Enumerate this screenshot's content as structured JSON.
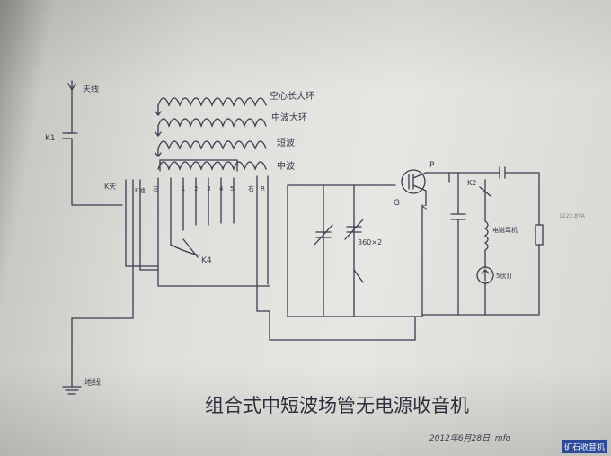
{
  "diagram": {
    "title": "组合式中短波场管无电源收音机",
    "signature": "2012年6月28日. mfq",
    "labels": {
      "antenna": "天线",
      "ground": "地线",
      "k1": "K1",
      "k_ant": "K天",
      "k_ground": "K地",
      "k4": "K4",
      "k2": "K2",
      "gate": "G",
      "drain": "P",
      "source": "S",
      "capacitor": "360×2",
      "earphone": "电磁耳机",
      "bulb": "5伏灯",
      "watermark_side": "1222.8VA",
      "freq_labels": [
        "空心长大环",
        "中波大环",
        "短波",
        "中波"
      ],
      "tap_labels": [
        "左",
        "1",
        "2",
        "3",
        "4",
        "5",
        "右",
        "R"
      ]
    }
  },
  "watermark": "矿石收音机"
}
